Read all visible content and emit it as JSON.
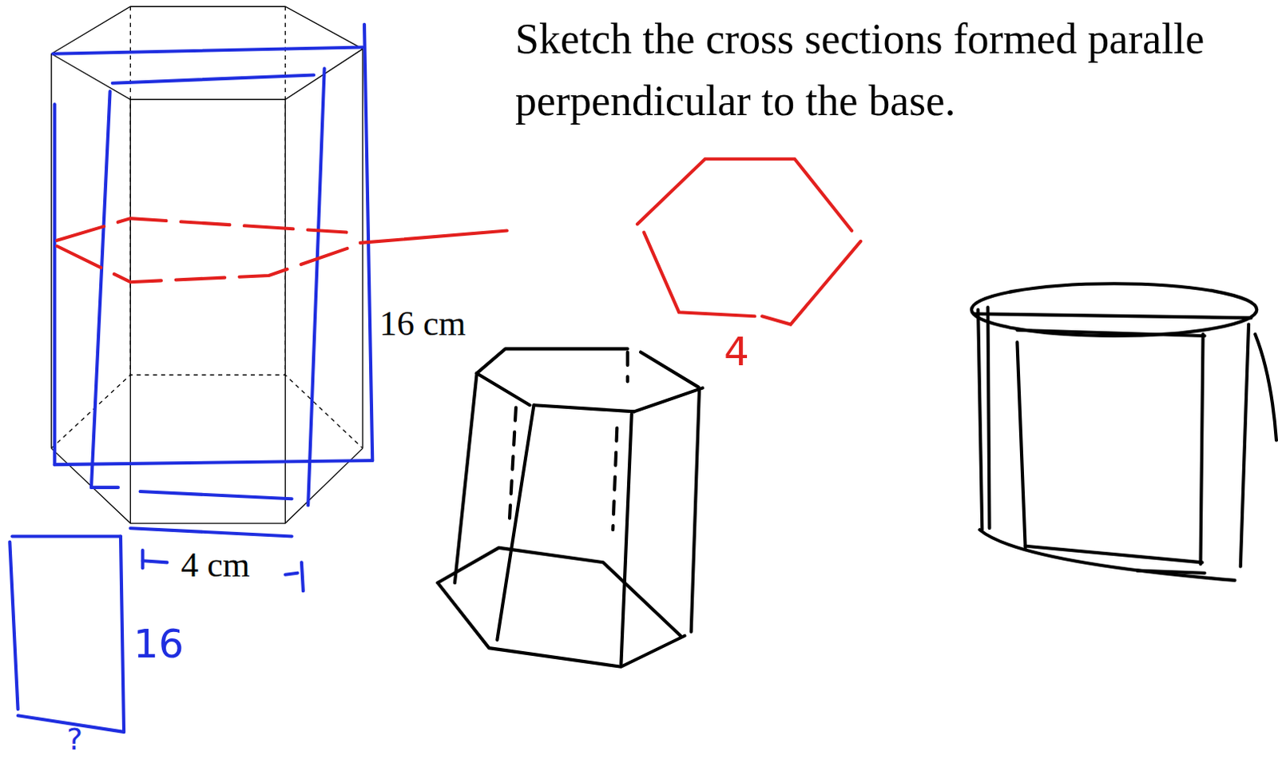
{
  "diagram": {
    "title": "Sketch the cross sections formed paralle perpendicular to the base.",
    "labels": [
      "16 cm",
      "4 cm",
      "4",
      "16",
      "?"
    ]
  }
}
